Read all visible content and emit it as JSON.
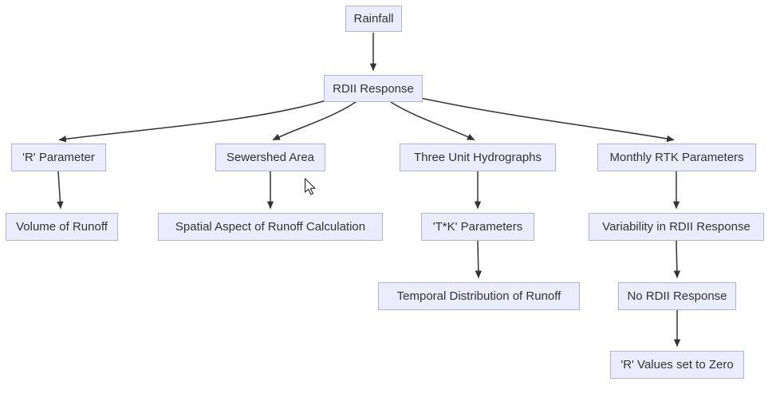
{
  "diagram": {
    "type": "flowchart",
    "direction": "top-down",
    "colors": {
      "node_fill": "#ececff",
      "node_border": "#b0b0d8",
      "edge": "#333333",
      "text": "#333333",
      "background": "#ffffff"
    },
    "nodes": {
      "rainfall": {
        "label": "Rainfall"
      },
      "rdii_response": {
        "label": "RDII Response"
      },
      "r_parameter": {
        "label": "'R' Parameter"
      },
      "sewershed_area": {
        "label": "Sewershed Area"
      },
      "three_unit_hydrographs": {
        "label": "Three Unit Hydrographs"
      },
      "monthly_rtk_parameters": {
        "label": "Monthly RTK Parameters"
      },
      "volume_of_runoff": {
        "label": "Volume of Runoff"
      },
      "spatial_aspect": {
        "label": "Spatial Aspect of Runoff Calculation"
      },
      "tk_parameters": {
        "label": "'T*K' Parameters"
      },
      "variability": {
        "label": "Variability in RDII Response"
      },
      "temporal_distribution": {
        "label": "Temporal Distribution of Runoff"
      },
      "no_rdii_response": {
        "label": "No RDII Response"
      },
      "r_values_zero": {
        "label": "'R' Values set to Zero"
      }
    },
    "edges": [
      {
        "from": "rainfall",
        "to": "rdii_response"
      },
      {
        "from": "rdii_response",
        "to": "r_parameter"
      },
      {
        "from": "rdii_response",
        "to": "sewershed_area"
      },
      {
        "from": "rdii_response",
        "to": "three_unit_hydrographs"
      },
      {
        "from": "rdii_response",
        "to": "monthly_rtk_parameters"
      },
      {
        "from": "r_parameter",
        "to": "volume_of_runoff"
      },
      {
        "from": "sewershed_area",
        "to": "spatial_aspect"
      },
      {
        "from": "three_unit_hydrographs",
        "to": "tk_parameters"
      },
      {
        "from": "tk_parameters",
        "to": "temporal_distribution"
      },
      {
        "from": "monthly_rtk_parameters",
        "to": "variability"
      },
      {
        "from": "variability",
        "to": "no_rdii_response"
      },
      {
        "from": "no_rdii_response",
        "to": "r_values_zero"
      }
    ]
  }
}
